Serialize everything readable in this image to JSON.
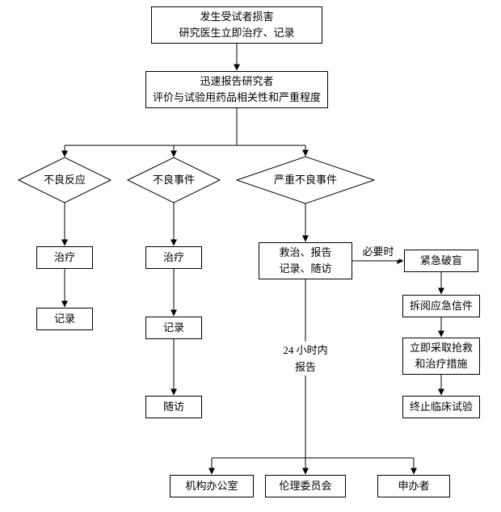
{
  "nodes": {
    "start": {
      "line1": "发生受试者损害",
      "line2": "研究医生立即治疗、记录"
    },
    "report": {
      "line1": "迅速报告研究者",
      "line2": "评价与试验用药品相关性和严重程度"
    },
    "adverse_reaction": {
      "label": "不良反应"
    },
    "adverse_event": {
      "label": "不良事件"
    },
    "serious_adverse_event": {
      "label": "严重不良事件"
    },
    "treat_left": {
      "label": "治疗"
    },
    "record_left": {
      "label": "记录"
    },
    "treat_mid": {
      "label": "治疗"
    },
    "record_mid": {
      "label": "记录"
    },
    "followup": {
      "label": "随访"
    },
    "rescue": {
      "line1": "救治、报告",
      "line2": "记录、随访"
    },
    "unblind": {
      "label": "紧急破盲"
    },
    "open_letter": {
      "label": "拆阅应急信件"
    },
    "measures": {
      "line1": "立即采取抢救",
      "line2": "和治疗措施"
    },
    "terminate": {
      "label": "终止临床试验"
    },
    "office": {
      "label": "机构办公室"
    },
    "ethics": {
      "label": "伦理委员会"
    },
    "sponsor": {
      "label": "申办者"
    }
  },
  "edge_labels": {
    "when_necessary": "必要时",
    "report_24h_line1": "24 小时内",
    "report_24h_line2": "报告"
  },
  "colors": {
    "line": "#000000",
    "box_border": "#000000",
    "background": "#ffffff"
  }
}
